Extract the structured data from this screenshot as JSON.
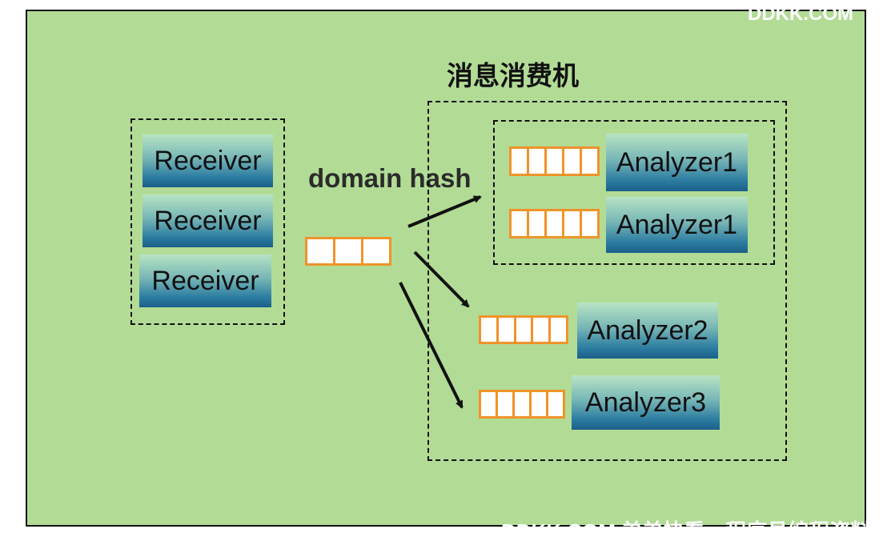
{
  "title": "消息消费机",
  "hash_label": "domain hash",
  "receivers": [
    "Receiver",
    "Receiver",
    "Receiver"
  ],
  "analyzers": [
    "Analyzer1",
    "Analyzer1",
    "Analyzer2",
    "Analyzer3"
  ],
  "watermark_top": "DDKK.COM",
  "watermark_bottom": "DDKK.COM 弟弟快看，程序员编程资料站",
  "colors": {
    "background": "#b2dc96",
    "queue_border": "#f0932a",
    "box_gradient_top": "#b8e4c4",
    "box_gradient_bottom": "#1b5f8a"
  }
}
